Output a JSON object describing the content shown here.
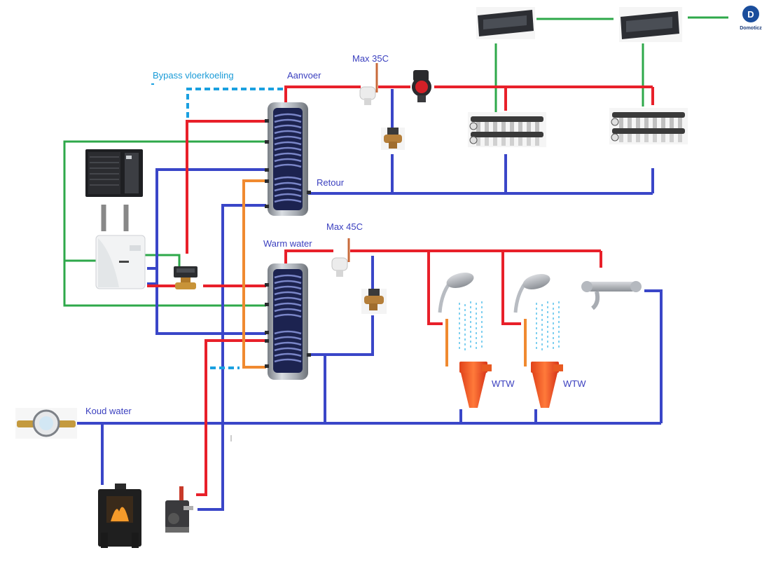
{
  "labels": {
    "bypass": "Bypass vloerkoeling",
    "aanvoer": "Aanvoer",
    "max35": "Max 35C",
    "retour": "Retour",
    "max45": "Max 45C",
    "warm_water": "Warm water",
    "koud_water": "Koud water",
    "wtw_1": "WTW",
    "wtw_2": "WTW"
  },
  "logo": {
    "text": "Domoticz",
    "letter": "D"
  },
  "colors": {
    "hot": "#e8202a",
    "cold": "#3a46c8",
    "signal": "#2ea84a",
    "boiler": "#f08a30",
    "bypass": "#1aa0e0",
    "unit": "#888888"
  },
  "icons": [
    "heat-pump-outdoor-icon",
    "heat-pump-indoor-icon",
    "buffer-tank-icon",
    "boiler-tank-icon",
    "zone-valve-icon",
    "thermostat-valve-icon",
    "mixing-valve-icon",
    "circulation-pump-icon",
    "floor-manifold-icon",
    "controller-icon",
    "shower-head-icon",
    "bath-faucet-icon",
    "heat-recovery-drain-icon",
    "water-meter-icon",
    "wood-stove-icon",
    "stove-pump-group-icon",
    "domoticz-logo-icon"
  ]
}
